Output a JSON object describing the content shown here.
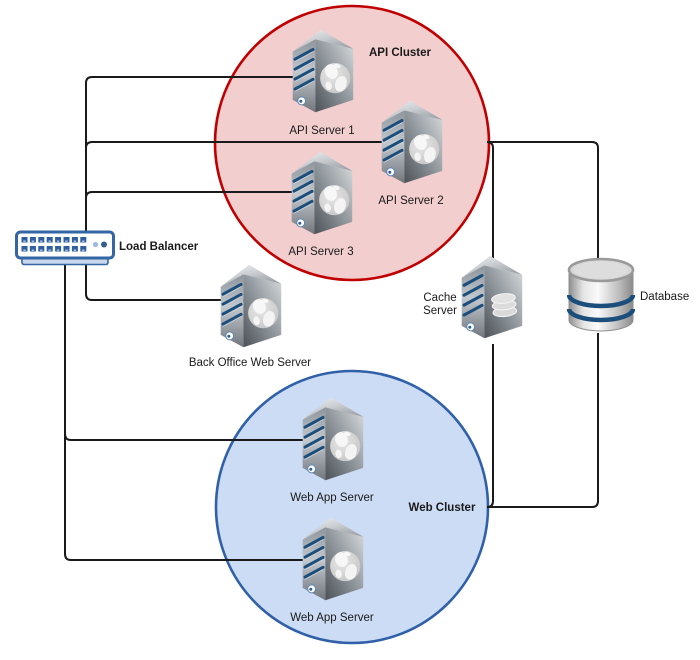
{
  "diagram": {
    "clusters": {
      "api": {
        "label": "API Cluster",
        "text_color": "#c00000",
        "stroke": "#c00000",
        "fill": "#f2cece"
      },
      "web": {
        "label": "Web Cluster",
        "text_color": "#2b58c8",
        "stroke": "#3060a8",
        "fill": "#ccdcf5"
      }
    },
    "nodes": {
      "load_balancer": {
        "label": "Load Balancer",
        "type": "switch"
      },
      "api_server_1": {
        "label": "API Server 1",
        "type": "web-server"
      },
      "api_server_2": {
        "label": "API Server 2",
        "type": "web-server"
      },
      "api_server_3": {
        "label": "API Server 3",
        "type": "web-server"
      },
      "back_office": {
        "label": "Back Office Web Server",
        "type": "web-server"
      },
      "cache_server": {
        "label_line1": "Cache",
        "label_line2": "Server",
        "type": "db-server"
      },
      "database": {
        "label": "Database",
        "type": "database-cylinder"
      },
      "web_app_server_1": {
        "label": "Web App Server",
        "type": "web-server"
      },
      "web_app_server_2": {
        "label": "Web App Server",
        "type": "web-server"
      }
    },
    "edges": [
      {
        "from": "load_balancer",
        "to": "api_server_1"
      },
      {
        "from": "load_balancer",
        "to": "api_server_2"
      },
      {
        "from": "load_balancer",
        "to": "api_server_3"
      },
      {
        "from": "load_balancer",
        "to": "back_office"
      },
      {
        "from": "load_balancer",
        "to": "web_app_server_1"
      },
      {
        "from": "load_balancer",
        "to": "web_app_server_2"
      },
      {
        "from": "api_cluster",
        "to": "cache_server"
      },
      {
        "from": "api_cluster",
        "to": "database"
      },
      {
        "from": "web_cluster",
        "to": "cache_server"
      },
      {
        "from": "web_cluster",
        "to": "database"
      }
    ],
    "colors": {
      "connector": "#1a1a1a",
      "server_stripe": "#1c4e7c",
      "lb_blue": "#3465a4"
    }
  }
}
